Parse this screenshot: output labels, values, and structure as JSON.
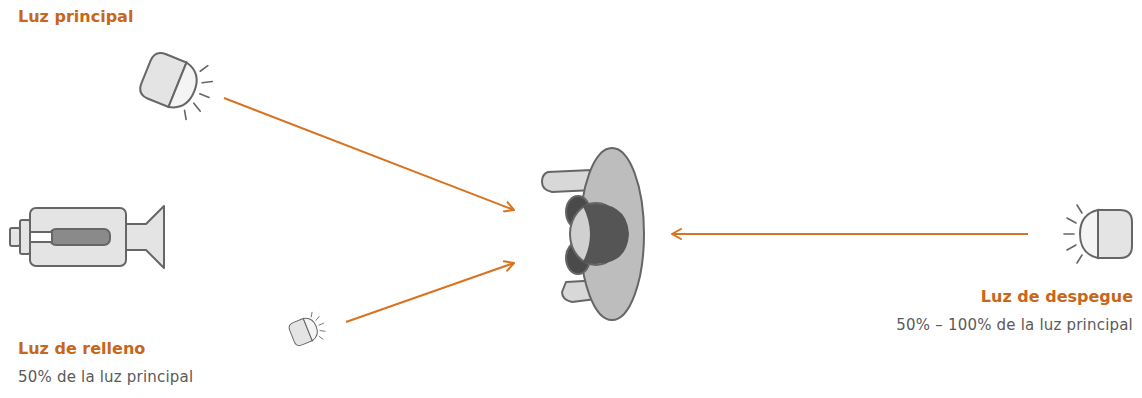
{
  "diagram": {
    "nodes": [
      {
        "text": [
          "Luz principal"
        ]
      },
      {
        "text": [
          "Luz de relleno",
          "50% de la luz principal"
        ]
      },
      {
        "text": [
          "Luz de despegue",
          "50% – 100% de la luz principal"
        ]
      }
    ]
  }
}
